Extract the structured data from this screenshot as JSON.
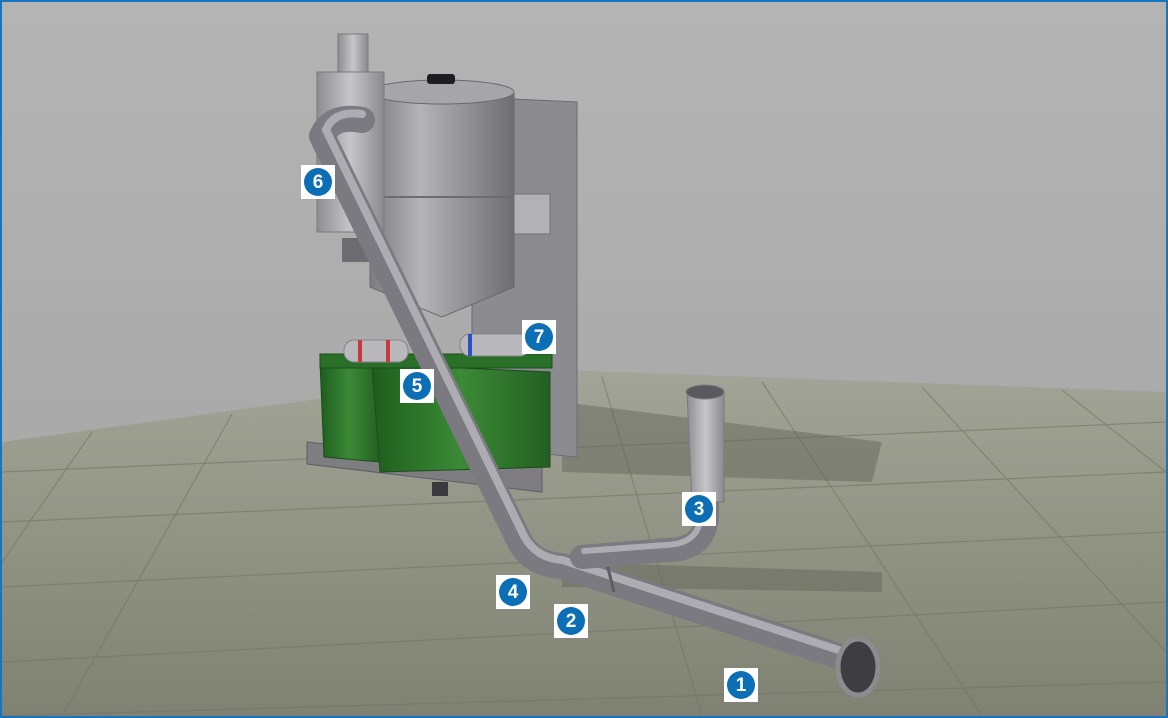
{
  "colors": {
    "frame": "#1a73bd",
    "marker": "#0c6fb6",
    "wall": "#acacac",
    "floor": "#8f9280",
    "pipe": "#9a9aa0",
    "bin": "#2f7a2c",
    "machine": "#8a8a8e"
  },
  "markers": [
    {
      "label": "1"
    },
    {
      "label": "2"
    },
    {
      "label": "3"
    },
    {
      "label": "4"
    },
    {
      "label": "5"
    },
    {
      "label": "6"
    },
    {
      "label": "7"
    }
  ]
}
